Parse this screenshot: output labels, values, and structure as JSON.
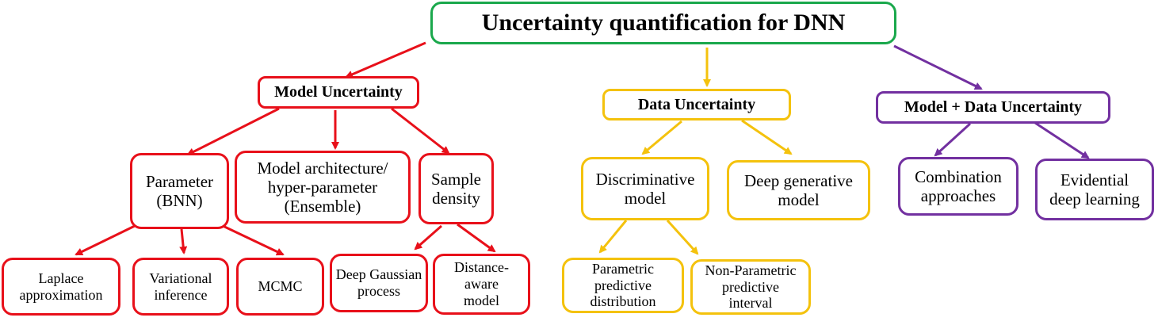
{
  "root": {
    "label": "Uncertainty quantification for DNN"
  },
  "categories": {
    "model": {
      "label": "Model Uncertainty"
    },
    "data": {
      "label": "Data Uncertainty"
    },
    "combined": {
      "label": "Model + Data Uncertainty"
    }
  },
  "model_children": {
    "parameter": "Parameter\n(BNN)",
    "architecture": "Model architecture/\nhyper-parameter\n(Ensemble)",
    "sample_density": "Sample\ndensity"
  },
  "parameter_children": {
    "laplace": "Laplace\napproximation",
    "variational": "Variational\ninference",
    "mcmc": "MCMC"
  },
  "density_children": {
    "deep_gaussian": "Deep Gaussian\nprocess",
    "distance_aware": "Distance-\naware\nmodel"
  },
  "data_children": {
    "discriminative": "Discriminative\nmodel",
    "deep_generative": "Deep generative\nmodel"
  },
  "discriminative_children": {
    "parametric": "Parametric\npredictive\ndistribution",
    "non_parametric": "Non-Parametric\npredictive\ninterval"
  },
  "combined_children": {
    "combination": "Combination\napproaches",
    "evidential": "Evidential\ndeep learning"
  },
  "colors": {
    "root": "#1aa84c",
    "model": "#e8101a",
    "data": "#f4c20d",
    "combined": "#7230a0"
  }
}
